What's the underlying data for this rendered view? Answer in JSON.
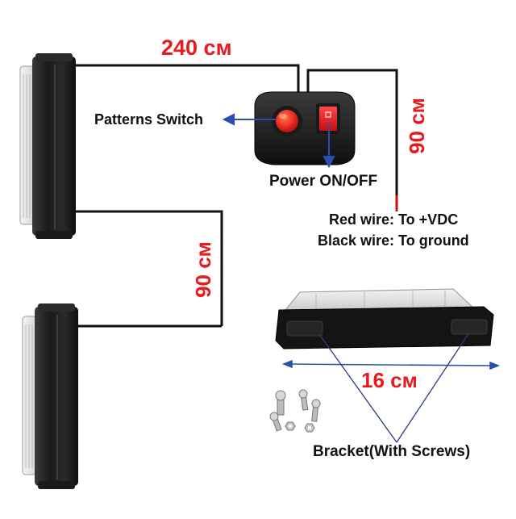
{
  "labels": {
    "top_length": "240 см",
    "right_length": "90 см",
    "mid_length": "90 см",
    "patterns_switch": "Patterns Switch",
    "power": "Power ON/OFF",
    "red_wire": "Red wire: To +VDC",
    "black_wire": "Black wire: To ground",
    "width": "16 см",
    "bracket": "Bracket(With Screws)"
  },
  "colors": {
    "dimension_text": "#e8191f",
    "arrow": "#2a4fb0",
    "wire": "#111111",
    "switch_red": "#e8191f"
  },
  "icons": {
    "patterns_button": "round-red-pushbutton",
    "power_button": "red-rocker-switch",
    "screws": "screw-set"
  }
}
